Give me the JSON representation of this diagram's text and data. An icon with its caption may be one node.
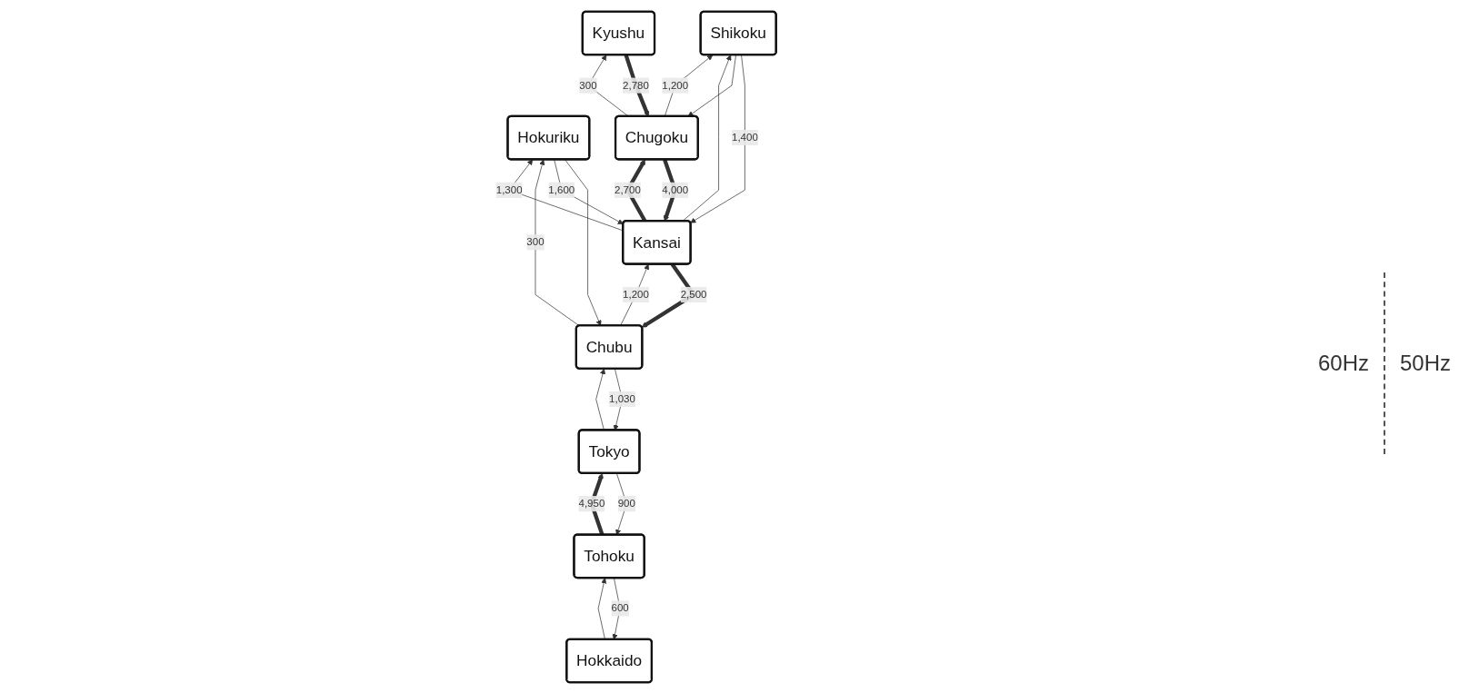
{
  "diagram": {
    "nodes": [
      {
        "text": [
          "Hokkaido"
        ]
      },
      {
        "text": [
          "Tohoku"
        ]
      },
      {
        "text": [
          "Hokuriku"
        ]
      },
      {
        "text": [
          "Tokyo"
        ]
      },
      {
        "text": [
          "Chugoku"
        ]
      },
      {
        "text": [
          "Kansai"
        ]
      },
      {
        "text": [
          "Chubu"
        ]
      },
      {
        "text": [
          "Kyushu"
        ]
      },
      {
        "text": [
          "Shikoku"
        ]
      }
    ],
    "edges": [
      {
        "from": 1,
        "to": 0,
        "arrow": "to",
        "label": "600"
      },
      {
        "from": 0,
        "to": 1,
        "arrow": "to"
      },
      {
        "from": 3,
        "to": 1,
        "arrow": "to",
        "label": "900"
      },
      {
        "from": 1,
        "to": 3,
        "arrow": "to",
        "label": "4,950",
        "style": "thick"
      },
      {
        "from": 2,
        "to": 5,
        "arrow": "to",
        "label": "1,600"
      },
      {
        "from": 5,
        "to": 2,
        "arrow": "to",
        "label": "1,300"
      },
      {
        "from": 4,
        "to": 5,
        "arrow": "to",
        "label": "4,000",
        "style": "thick"
      },
      {
        "from": 5,
        "to": 4,
        "arrow": "to",
        "label": "2,700",
        "style": "thick"
      },
      {
        "from": 6,
        "to": 5,
        "arrow": "to",
        "label": "1,200"
      },
      {
        "from": 5,
        "to": 6,
        "arrow": "to",
        "label": "2,500",
        "style": "thick"
      },
      {
        "from": 6,
        "to": 2,
        "arrow": "to",
        "label": "300"
      },
      {
        "from": 2,
        "to": 6,
        "arrow": "to"
      },
      {
        "from": 6,
        "to": 3,
        "arrow": "to",
        "label": "1,030"
      },
      {
        "from": 3,
        "to": 6,
        "arrow": "to"
      },
      {
        "from": 4,
        "to": 7,
        "arrow": "to",
        "label": "300"
      },
      {
        "from": 7,
        "to": 4,
        "arrow": "to",
        "label": "2,780",
        "style": "thick"
      },
      {
        "from": 4,
        "to": 8,
        "arrow": "to",
        "label": "1,200"
      },
      {
        "from": 8,
        "to": 4,
        "arrow": "to"
      },
      {
        "from": 8,
        "to": 5,
        "arrow": "to",
        "label": "1,400"
      },
      {
        "from": 5,
        "to": 8,
        "arrow": "to"
      }
    ],
    "labels": [
      "60Hz",
      "50Hz"
    ]
  }
}
